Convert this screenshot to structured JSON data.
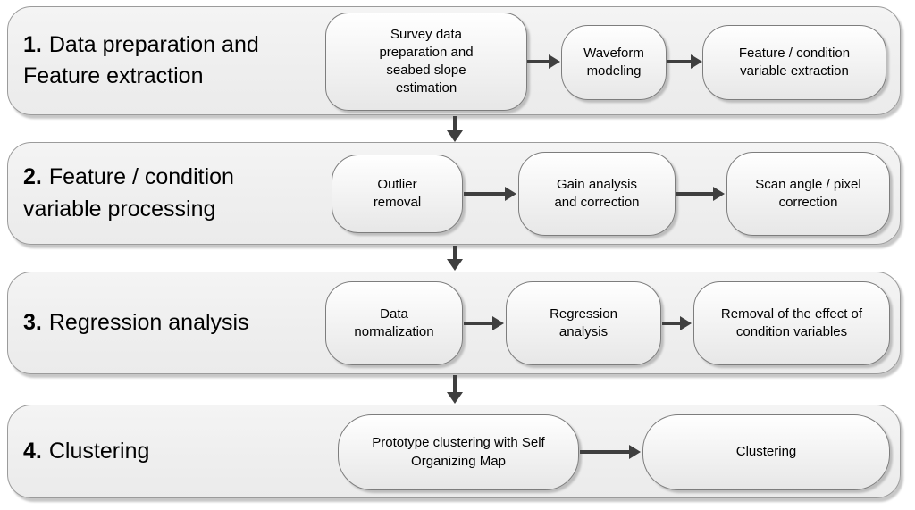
{
  "stages": [
    {
      "number": "1.",
      "label": "Data preparation and Feature extraction",
      "steps": [
        "Survey data preparation and seabed slope estimation",
        "Waveform modeling",
        "Feature / condition variable extraction"
      ]
    },
    {
      "number": "2.",
      "label": "Feature / condition variable processing",
      "steps": [
        "Outlier removal",
        "Gain analysis and correction",
        "Scan angle / pixel correction"
      ]
    },
    {
      "number": "3.",
      "label": "Regression analysis",
      "steps": [
        "Data normalization",
        "Regression analysis",
        "Removal of the effect of condition variables"
      ]
    },
    {
      "number": "4.",
      "label": "Clustering",
      "steps": [
        "Prototype clustering with Self Organizing Map",
        "Clustering"
      ]
    }
  ],
  "colors": {
    "arrow": "#3f3f3f",
    "container_fill": "#efefef",
    "container_border": "#9b9b9b",
    "box_fill_top": "#ffffff",
    "box_fill_bottom": "#e7e7e7",
    "box_border": "#7d7d7d",
    "text": "#000000"
  }
}
